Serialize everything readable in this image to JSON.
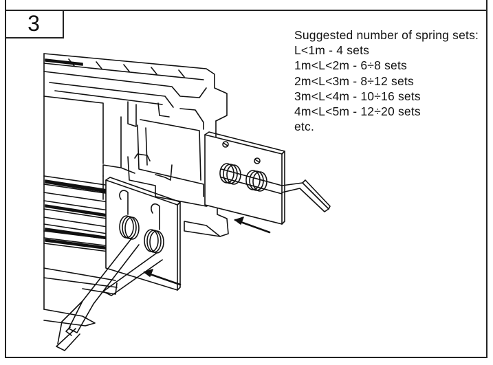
{
  "step": {
    "number": "3"
  },
  "spec": {
    "title": "Suggested number of spring sets:",
    "rows": [
      "L<1m - 4 sets",
      "1m<L<2m - 6÷8 sets",
      "2m<L<3m - 8÷12 sets",
      "3m<L<4m - 10÷16 sets",
      "4m<L<5m - 12÷20 sets",
      "etc."
    ]
  },
  "colors": {
    "line": "#111111",
    "panel": "#ffffff",
    "hatch": "#1a1a1a"
  }
}
